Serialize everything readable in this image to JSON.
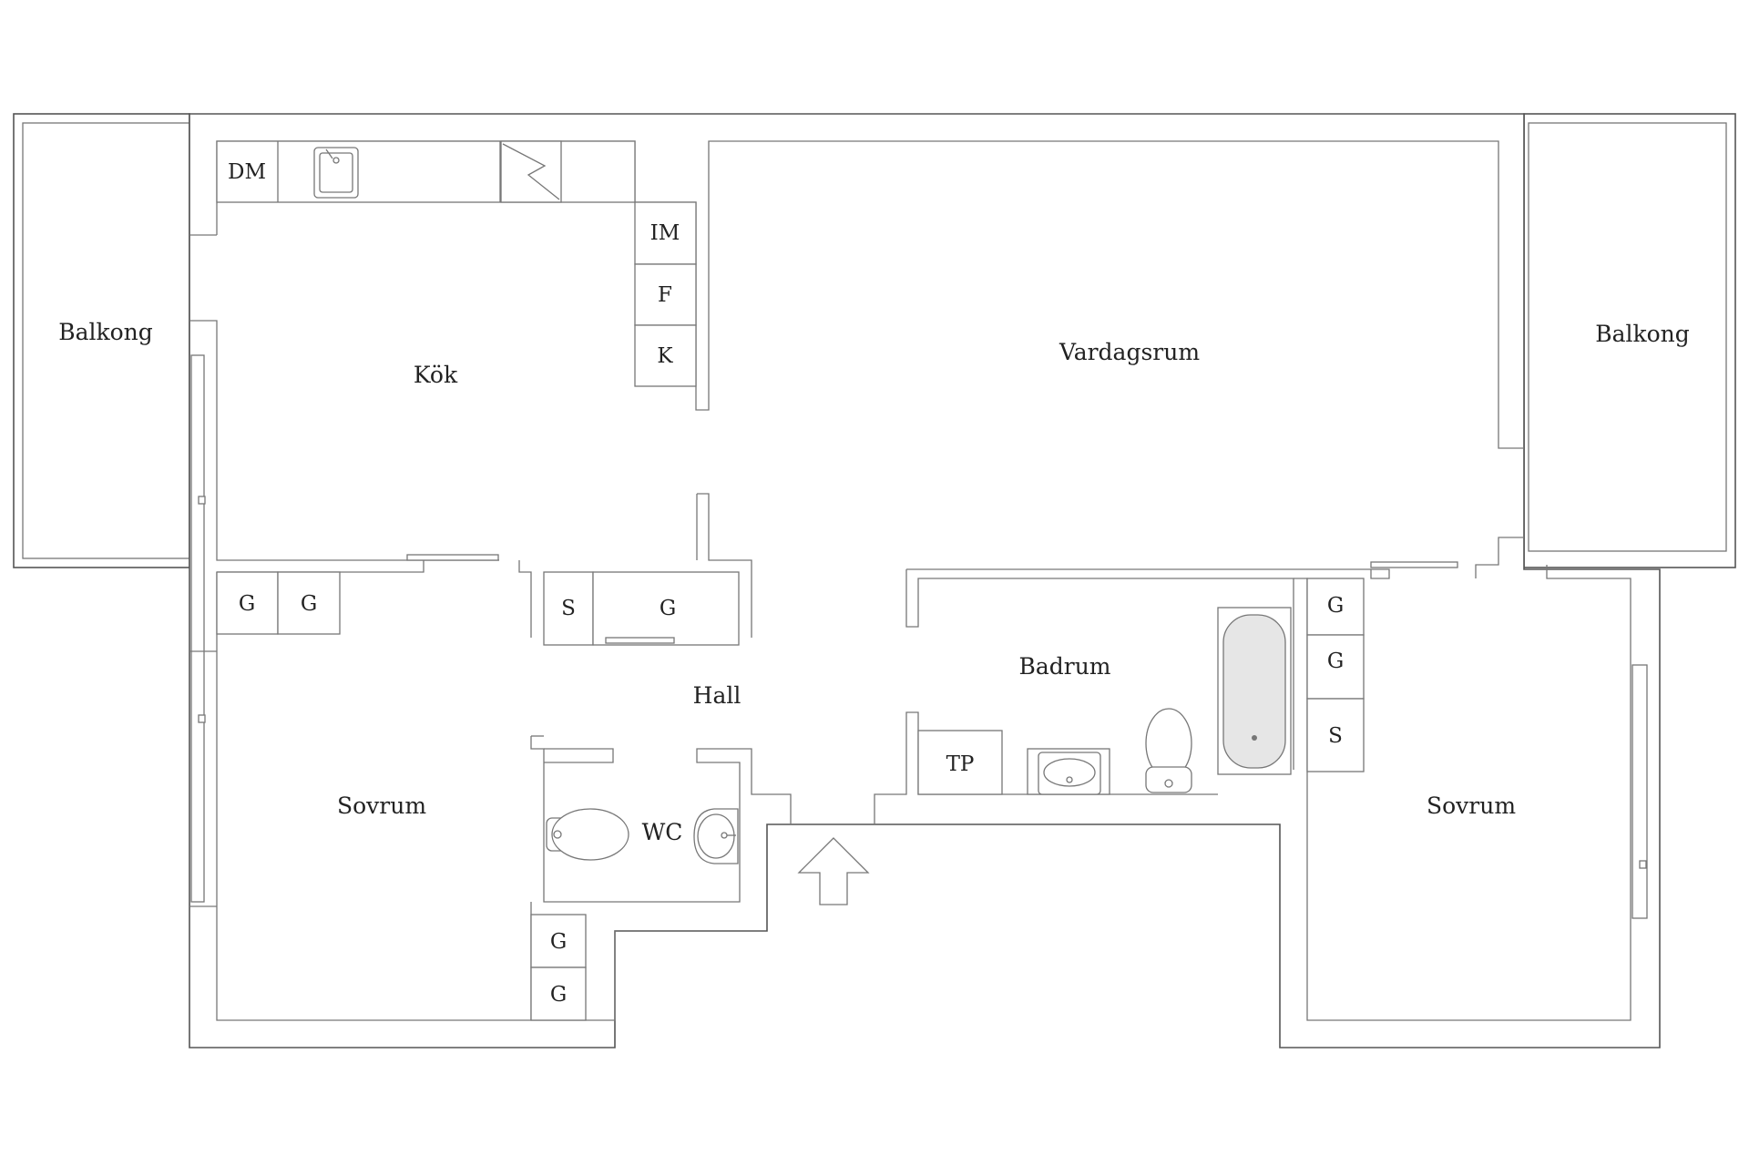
{
  "rooms": {
    "balcony_left": "Balkong",
    "balcony_right": "Balkong",
    "kitchen": "Kök",
    "living_room": "Vardagsrum",
    "hall": "Hall",
    "bedroom_left": "Sovrum",
    "bedroom_right": "Sovrum",
    "bathroom": "Badrum",
    "wc": "WC"
  },
  "fixtures": {
    "dishwasher": "DM",
    "ice_machine": "IM",
    "freezer": "F",
    "fridge": "K",
    "wardrobe": "G",
    "storage": "S",
    "laundry": "TP"
  }
}
